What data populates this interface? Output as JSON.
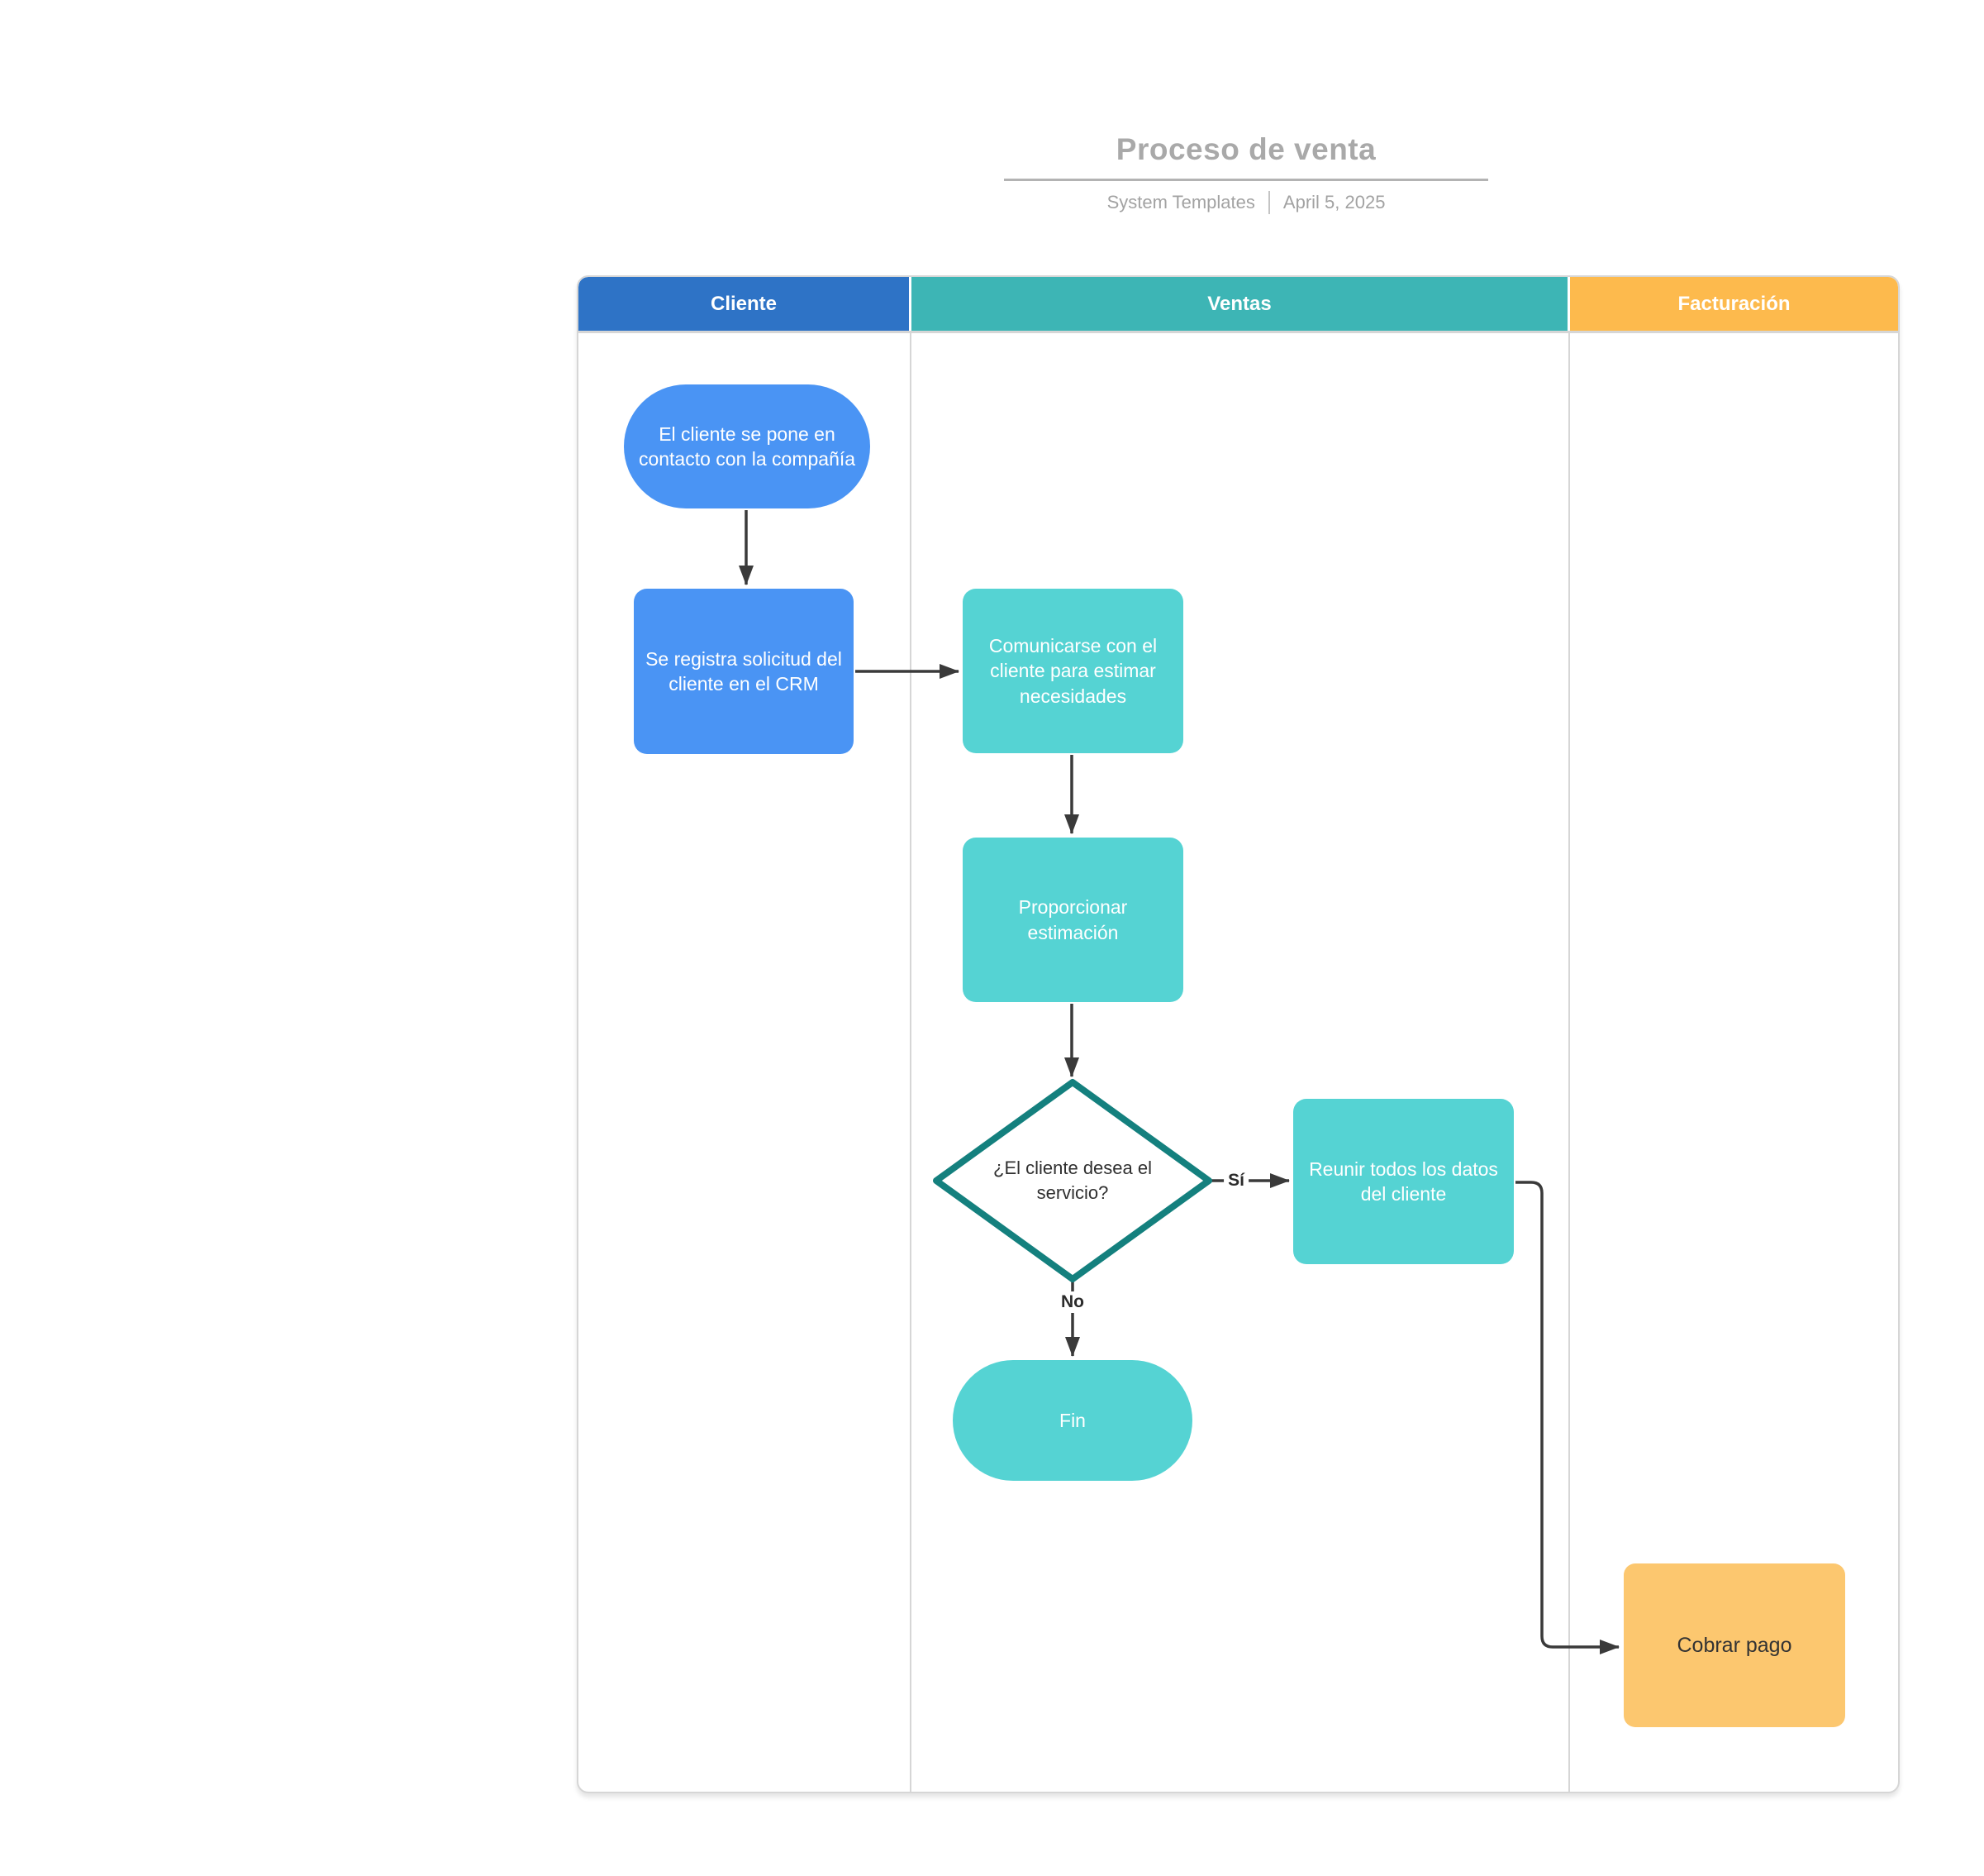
{
  "header": {
    "title": "Proceso de venta",
    "author": "System Templates",
    "date": "April 5, 2025"
  },
  "lanes": [
    {
      "label": "Cliente",
      "color": "#2e73c6"
    },
    {
      "label": "Ventas",
      "color": "#3db5b5"
    },
    {
      "label": "Facturación",
      "color": "#fdba4d"
    }
  ],
  "nodes": {
    "contact": {
      "label": "El cliente se pone en contacto con la compañía",
      "shape": "terminator",
      "lane": "Cliente",
      "color": "#4a94f4"
    },
    "register": {
      "label": "Se registra solicitud del cliente en el CRM",
      "shape": "process",
      "lane": "Cliente",
      "color": "#4a94f4"
    },
    "communicate": {
      "label": "Comunicarse con el cliente para estimar necesidades",
      "shape": "process",
      "lane": "Ventas",
      "color": "#55d3d3"
    },
    "estimate": {
      "label": "Proporcionar estimación",
      "shape": "process",
      "lane": "Ventas",
      "color": "#55d3d3"
    },
    "decision": {
      "label": "¿El cliente desea el servicio?",
      "shape": "decision",
      "lane": "Ventas",
      "border_color": "#14807e"
    },
    "gather": {
      "label": "Reunir todos los datos del cliente",
      "shape": "process",
      "lane": "Ventas",
      "color": "#55d3d3"
    },
    "end": {
      "label": "Fin",
      "shape": "terminator",
      "lane": "Ventas",
      "color": "#55d3d3"
    },
    "charge": {
      "label": "Cobrar pago",
      "shape": "process",
      "lane": "Facturación",
      "color": "#fcc76f"
    }
  },
  "edges": {
    "yes_label": "Sí",
    "no_label": "No",
    "line_color": "#3a3a3a"
  }
}
